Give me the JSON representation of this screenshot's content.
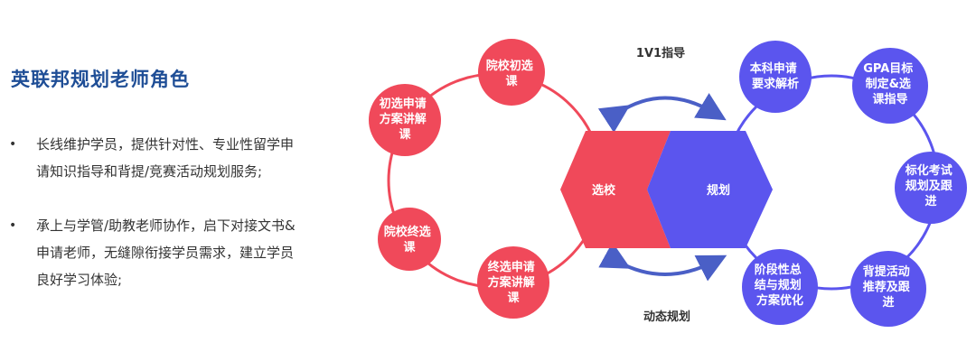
{
  "title": "英联邦规划老师角色",
  "bullets": [
    {
      "marker": "•",
      "lines": [
        "长线维护学员，提供针对性、专业性留学申",
        "请知识指导和背提/竞赛活动规划服务;"
      ]
    },
    {
      "marker": "•",
      "lines": [
        "承上与学管/助教老师协作，启下对接文书&",
        "申请老师，无缝隙衔接学员需求，建立学员",
        "良好学习体验;"
      ]
    }
  ],
  "diagram": {
    "top_label": "1V1指导",
    "bottom_label": "动态规划",
    "hex_left": "选校",
    "hex_right": "规划",
    "red_nodes": [
      {
        "lines": [
          "院校初选",
          "课"
        ]
      },
      {
        "lines": [
          "初选申请",
          "方案讲解",
          "课"
        ]
      },
      {
        "lines": [
          "院校终选",
          "课"
        ]
      },
      {
        "lines": [
          "终选申请",
          "方案讲解",
          "课"
        ]
      }
    ],
    "blue_nodes": [
      {
        "lines": [
          "本科申请",
          "要求解析"
        ]
      },
      {
        "lines": [
          "GPA目标",
          "制定&选",
          "课指导"
        ]
      },
      {
        "lines": [
          "标化考试",
          "规划及跟",
          "进"
        ]
      },
      {
        "lines": [
          "背提活动",
          "推荐及跟",
          "进"
        ]
      },
      {
        "lines": [
          "阶段性总",
          "结与规划",
          "方案优化"
        ]
      }
    ],
    "colors": {
      "red": "#f0495a",
      "blue": "#5b55ee",
      "arrow": "#4a5fc6"
    }
  }
}
